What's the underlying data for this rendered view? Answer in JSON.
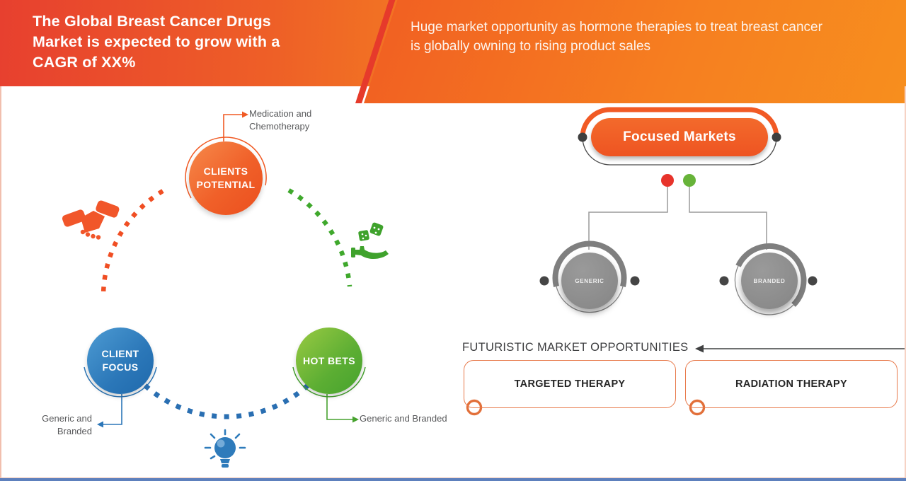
{
  "header": {
    "title": "The Global Breast Cancer Drugs Market is expected to grow with a CAGR of XX%",
    "subtitle": "Huge market opportunity as hormone therapies to treat breast cancer is globally owning to rising product sales"
  },
  "cycle": {
    "nodes": [
      {
        "label": "CLIENTS POTENTIAL",
        "callout": "Medication and Chemotherapy",
        "color": "#f05a24"
      },
      {
        "label": "CLIENT FOCUS",
        "callout": "Generic and Branded",
        "color": "#2b76b8"
      },
      {
        "label": "HOT BETS",
        "callout": "Generic and Branded",
        "color": "#46a22e"
      }
    ]
  },
  "focused_markets": {
    "title": "Focused Markets",
    "segments": [
      {
        "label": "GENERIC"
      },
      {
        "label": "BRANDED"
      }
    ]
  },
  "opportunities": {
    "heading": "FUTURISTIC MARKET OPPORTUNITIES",
    "items": [
      {
        "label": "TARGETED THERAPY"
      },
      {
        "label": "RADIATION THERAPY"
      }
    ]
  },
  "colors": {
    "header_gradient_start": "#e7402f",
    "header_gradient_end": "#f8951e",
    "accent_orange": "#f05a24",
    "accent_blue": "#2b76b8",
    "accent_green": "#46a22e",
    "marker_red": "#e6332a",
    "marker_green": "#68b43a",
    "neutral_gray": "#8d8d8d",
    "footer_blue": "#5d80bd"
  }
}
